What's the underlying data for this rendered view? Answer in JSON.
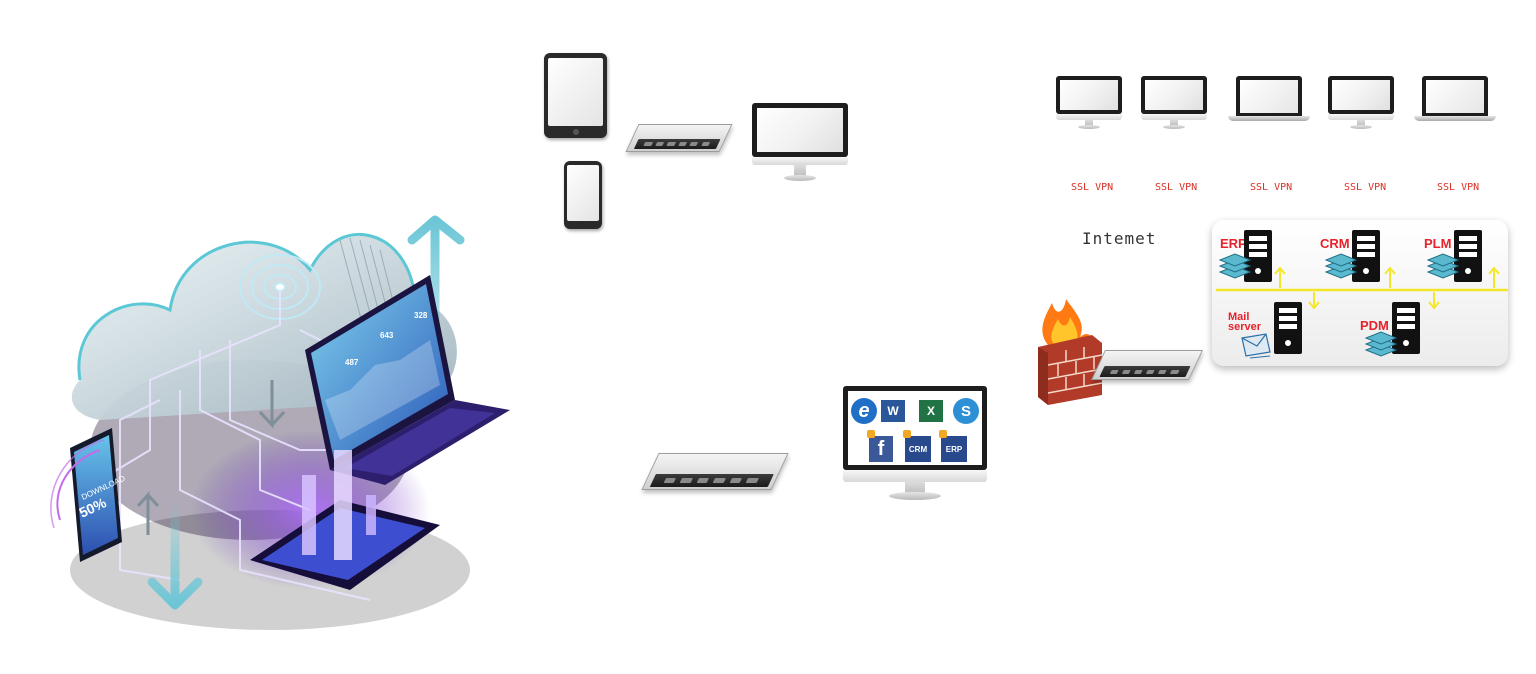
{
  "internet_label": "Intemet",
  "ssl_labels": [
    "SSL VPN",
    "SSL VPN",
    "SSL VPN",
    "SSL VPN",
    "SSL VPN"
  ],
  "servers": {
    "erp": "ERP",
    "crm": "CRM",
    "plm": "PLM",
    "mail_line1": "Mail",
    "mail_line2": "server",
    "pdm": "PDM"
  },
  "hero": {
    "download_line1": "DOWNLOAD",
    "download_line2": "50%",
    "stat_1": "487",
    "stat_2": "643",
    "stat_3": "328"
  },
  "apps": {
    "word": "W",
    "excel": "X",
    "skype": "S",
    "facebook": "f",
    "crm": "CRM",
    "erp": "ERP"
  },
  "colors": {
    "accent_red": "#e8222c",
    "bus_yellow": "#f4e72a",
    "cloud_cyan": "#5cc8d6",
    "glow_purple": "#7a3cff"
  }
}
